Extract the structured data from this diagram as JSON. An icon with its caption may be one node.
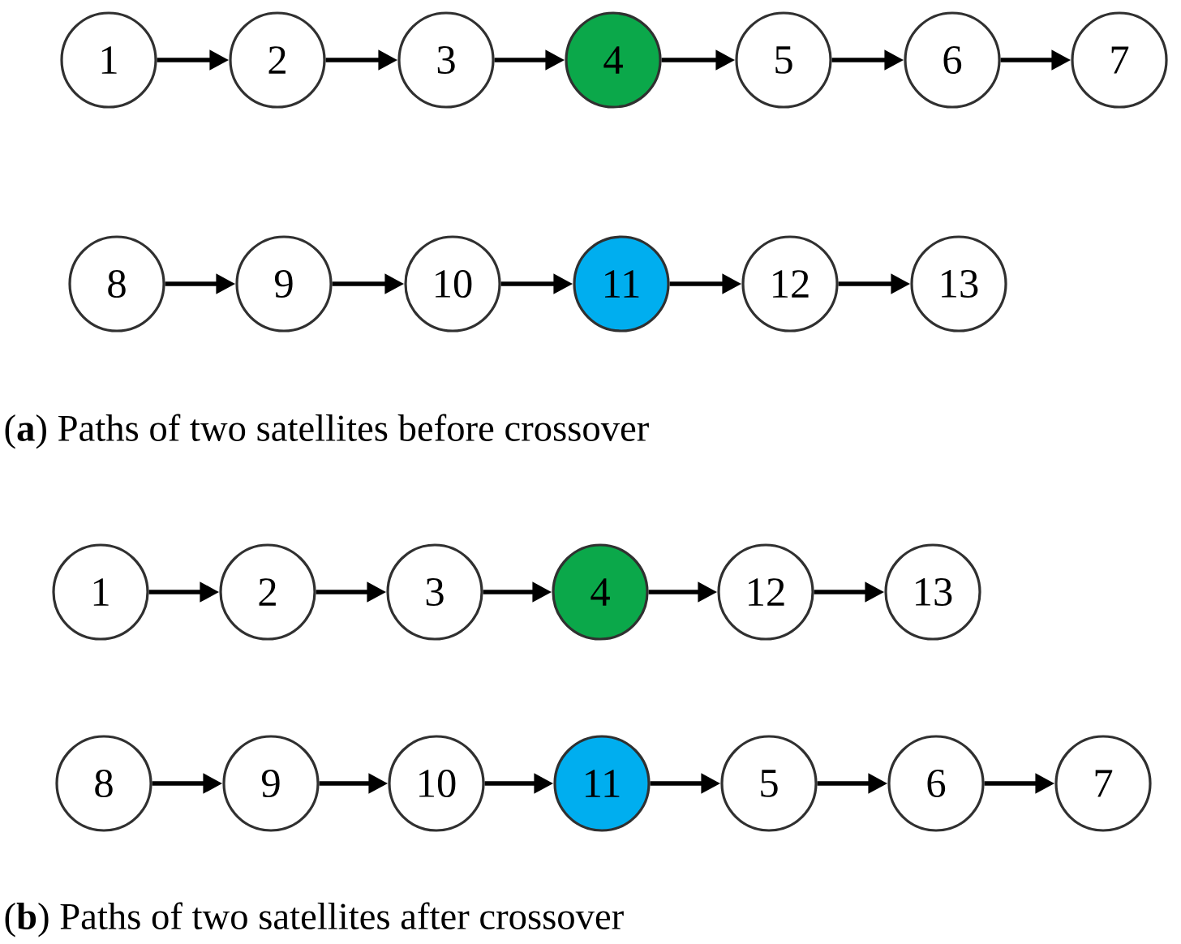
{
  "diagram": {
    "nodes": [
      {
        "text": [
          "1"
        ]
      },
      {
        "text": [
          "2"
        ]
      },
      {
        "text": [
          "3"
        ]
      },
      {
        "text": [
          "4"
        ]
      },
      {
        "text": [
          "5"
        ]
      },
      {
        "text": [
          "6"
        ]
      },
      {
        "text": [
          "7"
        ]
      },
      {
        "text": [
          "8"
        ]
      },
      {
        "text": [
          "9"
        ]
      },
      {
        "text": [
          "10"
        ]
      },
      {
        "text": [
          "11"
        ]
      },
      {
        "text": [
          "12"
        ]
      },
      {
        "text": [
          "13"
        ]
      },
      {
        "text": [
          "1"
        ]
      },
      {
        "text": [
          "2"
        ]
      },
      {
        "text": [
          "3"
        ]
      },
      {
        "text": [
          "4"
        ]
      },
      {
        "text": [
          "12"
        ]
      },
      {
        "text": [
          "13"
        ]
      },
      {
        "text": [
          "8"
        ]
      },
      {
        "text": [
          "9"
        ]
      },
      {
        "text": [
          "10"
        ]
      },
      {
        "text": [
          "11"
        ]
      },
      {
        "text": [
          "5"
        ]
      },
      {
        "text": [
          "6"
        ]
      },
      {
        "text": [
          "7"
        ]
      }
    ],
    "edges": [
      {
        "from": 0,
        "to": 1,
        "arrow": "to"
      },
      {
        "from": 1,
        "to": 2,
        "arrow": "to"
      },
      {
        "from": 2,
        "to": 3,
        "arrow": "to"
      },
      {
        "from": 3,
        "to": 4,
        "arrow": "to"
      },
      {
        "from": 4,
        "to": 5,
        "arrow": "to"
      },
      {
        "from": 5,
        "to": 6,
        "arrow": "to"
      },
      {
        "from": 7,
        "to": 8,
        "arrow": "to"
      },
      {
        "from": 8,
        "to": 9,
        "arrow": "to"
      },
      {
        "from": 9,
        "to": 10,
        "arrow": "to"
      },
      {
        "from": 10,
        "to": 11,
        "arrow": "to"
      },
      {
        "from": 11,
        "to": 12,
        "arrow": "to"
      },
      {
        "from": 13,
        "to": 14,
        "arrow": "to"
      },
      {
        "from": 14,
        "to": 15,
        "arrow": "to"
      },
      {
        "from": 15,
        "to": 16,
        "arrow": "to"
      },
      {
        "from": 16,
        "to": 17,
        "arrow": "to"
      },
      {
        "from": 17,
        "to": 18,
        "arrow": "to"
      },
      {
        "from": 19,
        "to": 20,
        "arrow": "to"
      },
      {
        "from": 20,
        "to": 21,
        "arrow": "to"
      },
      {
        "from": 21,
        "to": 22,
        "arrow": "to"
      },
      {
        "from": 22,
        "to": 23,
        "arrow": "to"
      },
      {
        "from": 23,
        "to": 24,
        "arrow": "to"
      },
      {
        "from": 24,
        "to": 25,
        "arrow": "to"
      }
    ],
    "labels": [
      "(**a**) Paths of two satellites before crossover",
      "(**b**) Paths of two satellites after crossover"
    ]
  }
}
